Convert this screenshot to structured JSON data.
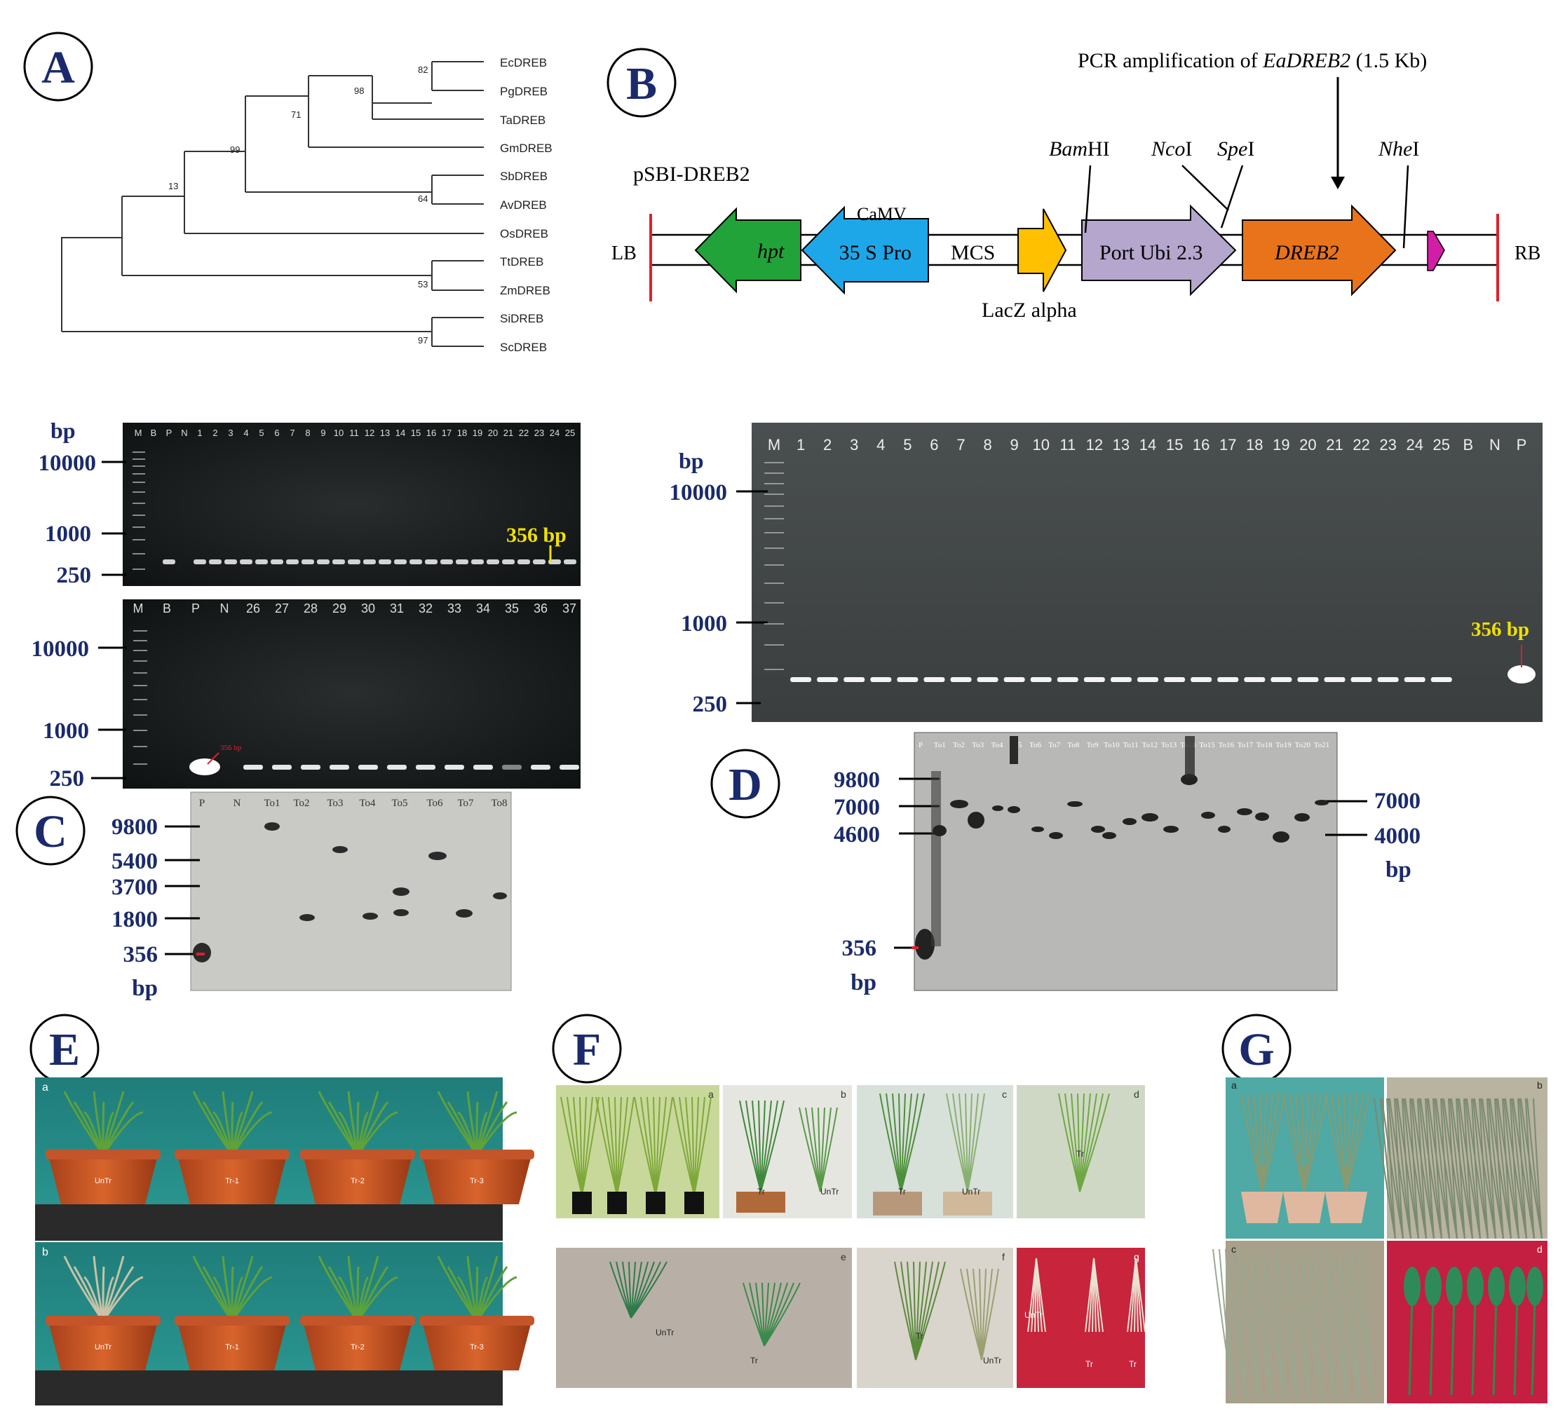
{
  "panels": {
    "A": "A",
    "B": "B",
    "C": "C",
    "D": "D",
    "E": "E",
    "F": "F",
    "G": "G"
  },
  "tree": {
    "taxa": [
      "EcDREB",
      "PgDREB",
      "TaDREB",
      "GmDREB",
      "SbDREB",
      "AvDREB",
      "OsDREB",
      "TtDREB",
      "ZmDREB",
      "SiDREB",
      "ScDREB"
    ],
    "bootstrap": {
      "ec_pg": "82",
      "ta": "98",
      "gm": "71",
      "sb_av": "64",
      "gm_os": "99",
      "root_a": "13",
      "tt_zm": "53",
      "si_sc": "97"
    }
  },
  "construct": {
    "pcr_label_pre": "PCR amplification of ",
    "pcr_label_gene": "EaDREB2",
    "pcr_label_post": " (1.5 Kb)",
    "vector": "pSBI-DREB2",
    "lb": "LB",
    "rb": "RB",
    "hpt": "hpt",
    "camv": "CaMV",
    "pro": "35 S Pro",
    "mcs": "MCS",
    "lacz": "LacZ alpha",
    "ubi": "Port Ubi 2.3",
    "dreb2": "DREB2",
    "sites": {
      "bam_i": "Bam",
      "bam_r": "HI",
      "nco_i": "Nco",
      "nco_r": "I",
      "spe_i": "Spe",
      "spe_r": "I",
      "nhe_i": "Nhe",
      "nhe_r": "I"
    }
  },
  "gel1": {
    "bp": "bp",
    "sizes": [
      "10000",
      "1000",
      "250"
    ],
    "lanes": [
      "M",
      "B",
      "P",
      "N",
      "1",
      "2",
      "3",
      "4",
      "5",
      "6",
      "7",
      "8",
      "9",
      "10",
      "11",
      "12",
      "13",
      "14",
      "15",
      "16",
      "17",
      "18",
      "19",
      "20",
      "21",
      "22",
      "23",
      "24",
      "25"
    ],
    "product": "356 bp"
  },
  "gel2": {
    "sizes": [
      "10000",
      "1000",
      "250"
    ],
    "lanes": [
      "M",
      "B",
      "P",
      "N",
      "26",
      "27",
      "28",
      "29",
      "30",
      "31",
      "32",
      "33",
      "34",
      "35",
      "36",
      "37"
    ],
    "product": "356 bp"
  },
  "gel3": {
    "bp": "bp",
    "sizes": [
      "10000",
      "1000",
      "250"
    ],
    "lanes": [
      "M",
      "1",
      "2",
      "3",
      "4",
      "5",
      "6",
      "7",
      "8",
      "9",
      "10",
      "11",
      "12",
      "13",
      "14",
      "15",
      "16",
      "17",
      "18",
      "19",
      "20",
      "21",
      "22",
      "23",
      "24",
      "25",
      "B",
      "N",
      "P"
    ],
    "product": "356 bp"
  },
  "blotC": {
    "sizes": [
      "9800",
      "5400",
      "3700",
      "1800",
      "356"
    ],
    "bp": "bp",
    "lanes": [
      "P",
      "N",
      "To1",
      "To2",
      "To3",
      "To4",
      "To5",
      "To6",
      "To7",
      "To8"
    ]
  },
  "blotD": {
    "left_sizes": [
      "9800",
      "7000",
      "4600",
      "356"
    ],
    "right_sizes": [
      "7000",
      "4000"
    ],
    "bp_right": "bp",
    "bp_left": "bp",
    "lanes": [
      "P",
      "To1",
      "To2",
      "To3",
      "To4",
      "To5",
      "To6",
      "To7",
      "To8",
      "To9",
      "To10",
      "To11",
      "To12",
      "To13",
      "To14",
      "To15",
      "To16",
      "To17",
      "To18",
      "To19",
      "To20",
      "To21"
    ]
  },
  "photosE": {
    "a": "a",
    "b": "b",
    "pots": [
      "UnTr",
      "Tr-1",
      "Tr-2",
      "Tr-3"
    ]
  },
  "photosF": {
    "letters": [
      "a",
      "b",
      "c",
      "d",
      "e",
      "f",
      "g"
    ],
    "tr": "Tr",
    "untr": "UnTr"
  },
  "photosG": {
    "letters": [
      "a",
      "b",
      "c",
      "d"
    ]
  },
  "colors": {
    "navy": "#1a2a6c",
    "hpt": "#22a33a",
    "camv": "#1ea7e8",
    "lacz": "#ffc000",
    "ubi": "#b4a6cc",
    "dreb": "#e8731a",
    "marker": "#d21ea6",
    "border": "#e0202a",
    "yellow": "#f0e000"
  }
}
